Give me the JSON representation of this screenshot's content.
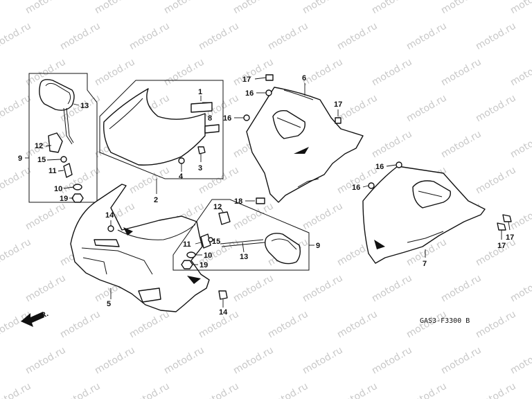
{
  "watermark": {
    "text": "motod.ru",
    "color": "#c8c8c8"
  },
  "diagram_code": "GAS3-F3300 B",
  "direction_marker": {
    "label": "FR.",
    "icon": "front-arrow-icon"
  },
  "callouts": {
    "c1": "1",
    "c2": "2",
    "c3": "3",
    "c4": "4",
    "c5": "5",
    "c6": "6",
    "c7": "7",
    "c8": "8",
    "c9a": "9",
    "c9b": "9",
    "c10a": "10",
    "c10b": "10",
    "c11a": "11",
    "c11b": "11",
    "c12a": "12",
    "c12b": "12",
    "c13a": "13",
    "c13b": "13",
    "c14a": "14",
    "c14b": "14",
    "c15a": "15",
    "c15b": "15",
    "c16a": "16",
    "c16b": "16",
    "c16c": "16",
    "c16d": "16",
    "c17a": "17",
    "c17b": "17",
    "c17c": "17",
    "c17d": "17",
    "c18": "18",
    "c19a": "19",
    "c19b": "19"
  }
}
